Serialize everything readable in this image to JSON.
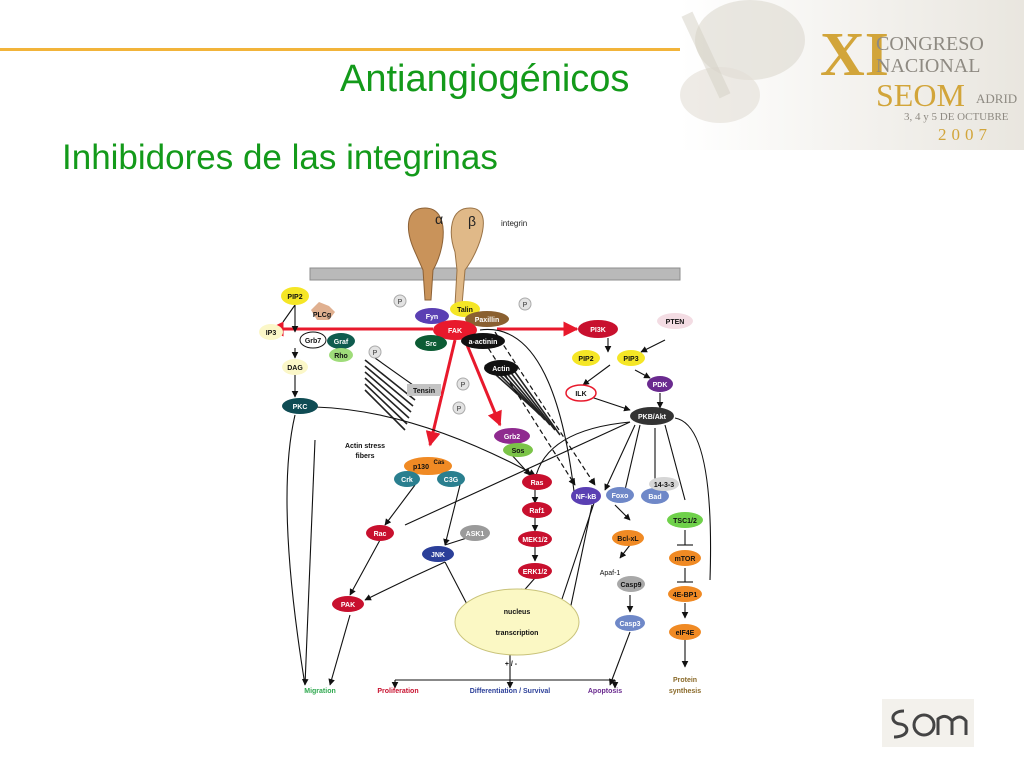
{
  "slide": {
    "title": "Antiangiogénicos",
    "subtitle": "Inhibidores de las integrinas"
  },
  "logo": {
    "congreso": "CONGRESO",
    "nacional": "NACIONAL",
    "seom": "SEOM",
    "madrid": "ADRID",
    "dates": "3, 4 y 5 DE OCTUBRE",
    "year": "2007"
  },
  "logo_bottom": {
    "text": "SEOM"
  },
  "diagram": {
    "alpha": "α",
    "beta": "β",
    "integrin": "integrin",
    "p": "P",
    "nodes": {
      "pip2_left": "PIP2",
      "plcg": "PLCg",
      "ip3": "IP3",
      "grb7": "Grb7",
      "graf": "Graf",
      "rho": "Rho",
      "dag": "DAG",
      "pkc": "PKC",
      "fyn": "Fyn",
      "talin": "Talin",
      "paxillin": "Paxillin",
      "fak": "FAK",
      "src": "Src",
      "actinin": "a-actinin",
      "actin": "Actin",
      "tensin": "Tensin",
      "pi3k": "PI3K",
      "pten": "PTEN",
      "pip2_right": "PIP2",
      "pip3": "PIP3",
      "ilk": "ILK",
      "pdk": "PDK",
      "pkb": "PKB/Akt",
      "grb2": "Grb2",
      "sos": "Sos",
      "p130": "p130",
      "cas": "Cas",
      "crk": "Crk",
      "c3g": "C3G",
      "ras": "Ras",
      "nfkb": "NF-kB",
      "foxo": "Foxo",
      "bad": "Bad",
      "b1433": "14-3-3",
      "raf1": "Raf1",
      "tsc": "TSC1/2",
      "rac": "Rac",
      "ask1": "ASK1",
      "mek": "MEK1/2",
      "bclxl": "Bcl-xL",
      "mtor": "mTOR",
      "jnk": "JNK",
      "apaf": "Apaf-1",
      "casp9": "Casp9",
      "erk": "ERK1/2",
      "ebp1": "4E-BP1",
      "pak": "PAK",
      "casp3": "Casp3",
      "eif4e": "eIF4E",
      "nucleus": "nucleus",
      "transcription": "transcription",
      "stress1": "Actin stress",
      "stress2": "fibers",
      "plusminus": "+ / -"
    },
    "outputs": {
      "migration": "Migration",
      "proliferation": "Proliferation",
      "differentiation": "Differentiation / Survival",
      "apoptosis": "Apoptosis",
      "protein1": "Protein",
      "protein2": "synthesis"
    },
    "colors": {
      "red_arrow": "#e8192c",
      "migration": "#2fa84f",
      "proliferation": "#c8102e",
      "differentiation": "#2b3f99",
      "apoptosis": "#6a2a8f",
      "protein": "#8a6a2a"
    }
  }
}
